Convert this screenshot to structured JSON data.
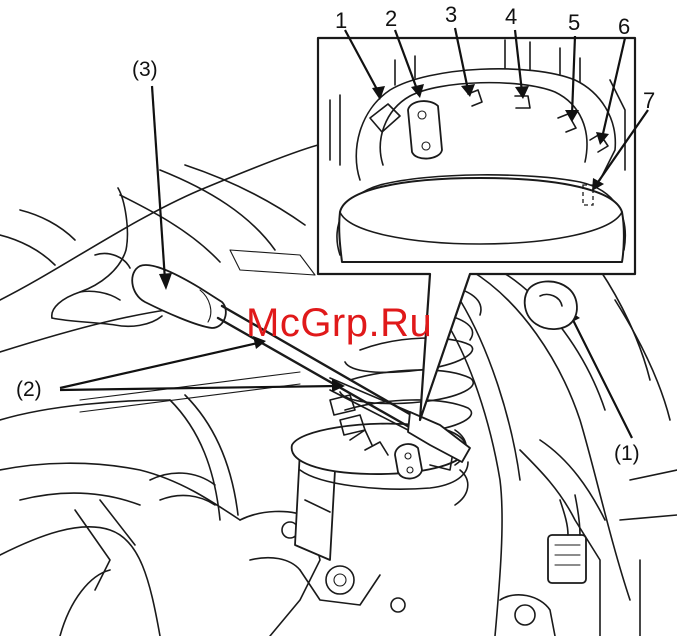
{
  "figure": {
    "watermark": "McGrp.Ru",
    "callouts": {
      "tool_grip": "(3)",
      "tool_shaft": "(2)",
      "spring_adjuster": "(1)"
    },
    "detail_positions": [
      "1",
      "2",
      "3",
      "4",
      "5",
      "6",
      "7"
    ]
  }
}
